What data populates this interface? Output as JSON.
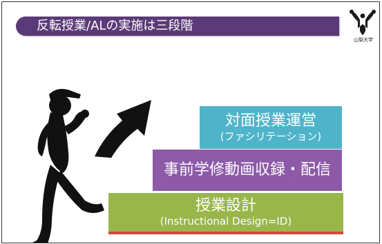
{
  "slide": {
    "title": "反転授業/ALの実施は三段階",
    "logo_text": "山梨大学"
  },
  "steps": [
    {
      "main": "対面授業運営",
      "sub": "(ファシリテーション)",
      "color": "#4fb4c9"
    },
    {
      "main": "事前学修動画収録・配信",
      "sub": "",
      "color": "#8c5aa7"
    },
    {
      "main": "授業設計",
      "sub": "(Instructional Design=ID)",
      "color": "#98b64a"
    }
  ],
  "colors": {
    "title_bar": "#5b3a78",
    "bottom_accent": "#cf4a3e",
    "figure": "#111111"
  },
  "icons": [
    "university-logo-icon",
    "climbing-figure-icon",
    "up-arrow-icon"
  ]
}
